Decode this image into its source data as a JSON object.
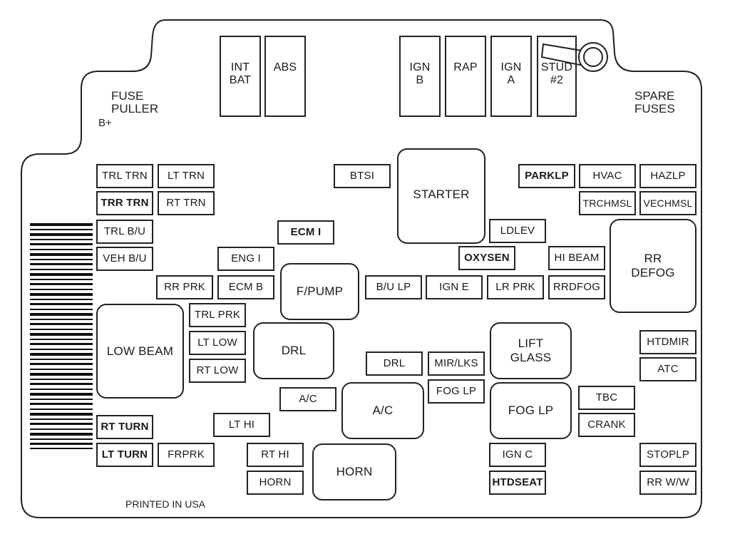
{
  "labels": {
    "fuse_puller": "FUSE\nPULLER",
    "b_plus": "B+",
    "spare_fuses": "SPARE\nFUSES",
    "printed": "PRINTED IN USA"
  },
  "relays_top": {
    "int_bat": "INT\nBAT",
    "abs": "ABS",
    "ign_b": "IGN\nB",
    "rap": "RAP",
    "ign_a": "IGN\nA",
    "stud2": "STUD\n#2"
  },
  "large": {
    "starter": "STARTER",
    "rr_defog": "RR\nDEFOG",
    "low_beam": "LOW BEAM",
    "f_pump": "F/PUMP",
    "drl": "DRL",
    "lift_glass": "LIFT\nGLASS",
    "ac": "A/C",
    "fog_lp": "FOG LP",
    "horn": "HORN"
  },
  "fuses": {
    "trl_trn": "TRL TRN",
    "lt_trn": "LT TRN",
    "trr_trn": "TRR TRN",
    "rt_trn": "RT TRN",
    "trl_bu": "TRL B/U",
    "veh_bu": "VEH B/U",
    "btsi": "BTSI",
    "parklp": "PARKLP",
    "hvac": "HVAC",
    "hazlp": "HAZLP",
    "trchmsl": "TRCHMSL",
    "vechmsl": "VECHMSL",
    "ldlev": "LDLEV",
    "ecm_i": "ECM I",
    "eng_i": "ENG I",
    "oxysen": "OXYSEN",
    "hi_beam": "HI BEAM",
    "rr_prk": "RR PRK",
    "ecm_b": "ECM B",
    "bu_lp": "B/U LP",
    "ign_e": "IGN E",
    "lr_prk": "LR PRK",
    "rrdfog": "RRDFOG",
    "trl_prk": "TRL PRK",
    "lt_low": "LT LOW",
    "rt_low": "RT LOW",
    "htdmir": "HTDMIR",
    "atc": "ATC",
    "drl_small": "DRL",
    "mir_lks": "MIR/LKS",
    "fog_lp_small": "FOG LP",
    "ac_small": "A/C",
    "tbc": "TBC",
    "crank": "CRANK",
    "lt_hi": "LT HI",
    "rt_turn": "RT TURN",
    "lt_turn": "LT TURN",
    "frprk": "FRPRK",
    "rt_hi": "RT HI",
    "ign_c": "IGN C",
    "stoplp": "STOPLP",
    "horn_small": "HORN",
    "htdseat": "HTDSEAT",
    "rr_ww": "RR W/W"
  }
}
